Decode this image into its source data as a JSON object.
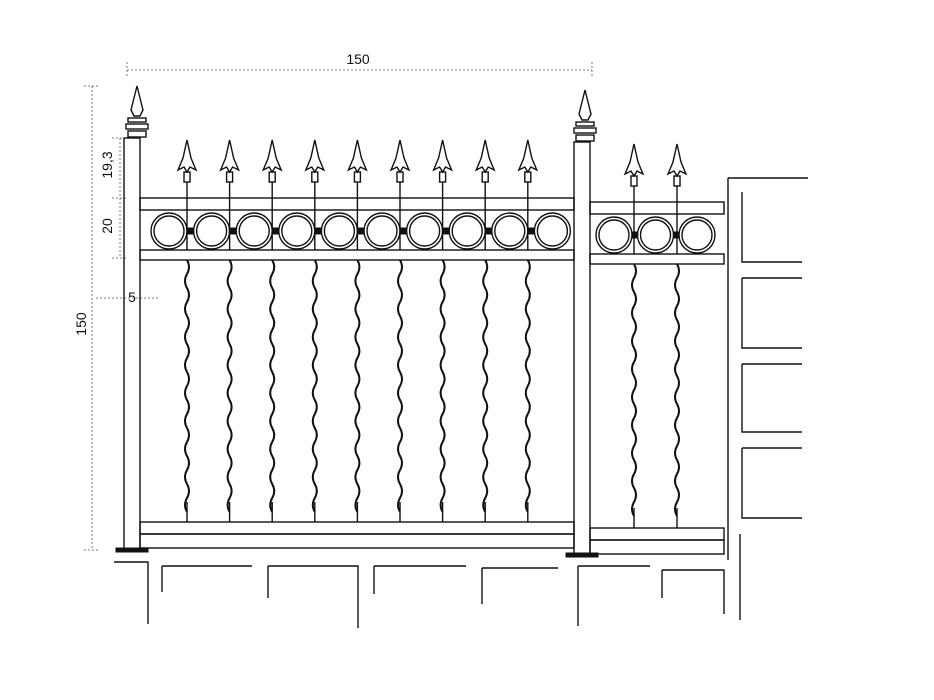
{
  "dimensions": {
    "panel_width": "150",
    "fence_height": "150",
    "spike_height": "19,3",
    "ring_band": "20",
    "post_width": "5"
  },
  "colors": {
    "ink": "#111111",
    "paper": "#ffffff"
  },
  "panel": {
    "bars_left_section": 9,
    "bars_right_section": 2,
    "rings_left_section": 10,
    "rings_right_section": 3
  }
}
